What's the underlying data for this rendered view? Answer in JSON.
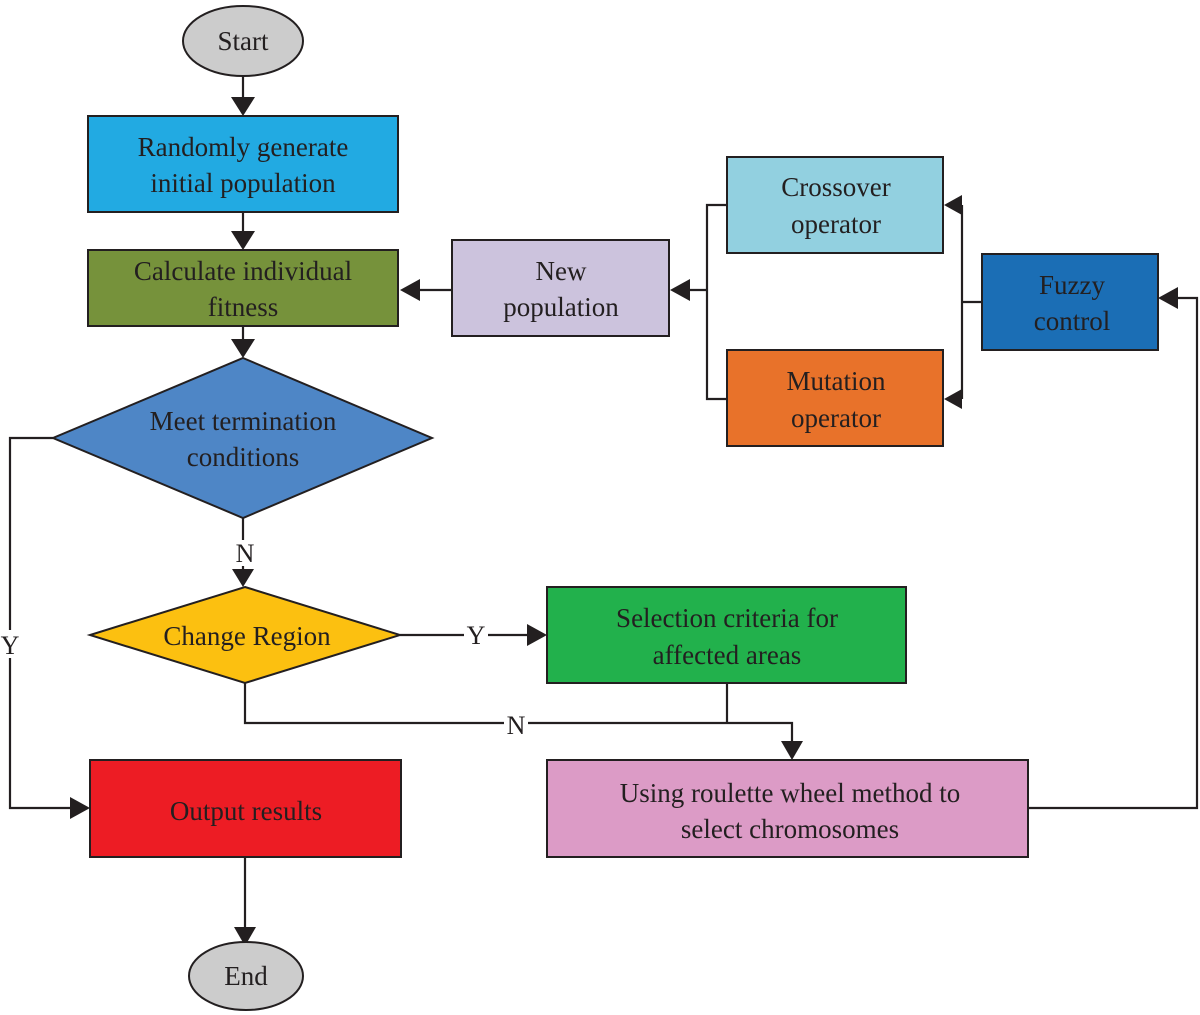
{
  "nodes": {
    "start": {
      "label": "Start",
      "color": "#cccccc"
    },
    "init_pop": {
      "lines": [
        "Randomly generate",
        "initial population"
      ],
      "color": "#22aae2"
    },
    "fitness": {
      "lines": [
        "Calculate individual",
        "fitness"
      ],
      "color": "#76923b"
    },
    "termination": {
      "lines": [
        "Meet termination",
        "conditions"
      ],
      "color": "#4e86c6"
    },
    "change_region": {
      "label": "Change Region",
      "color": "#fcc010"
    },
    "selection": {
      "lines": [
        "Selection criteria for",
        "affected areas"
      ],
      "color": "#22b14c"
    },
    "roulette": {
      "lines": [
        "Using roulette wheel method to",
        "select chromosomes"
      ],
      "color": "#dc9bc6"
    },
    "output": {
      "label": "Output results",
      "color": "#ed1c24"
    },
    "end": {
      "label": "End",
      "color": "#cccccc"
    },
    "new_pop": {
      "lines": [
        "New",
        "population"
      ],
      "color": "#ccc3dd"
    },
    "crossover": {
      "lines": [
        "Crossover",
        "operator"
      ],
      "color": "#92d0e0"
    },
    "mutation": {
      "lines": [
        "Mutation",
        "operator"
      ],
      "color": "#e8722a"
    },
    "fuzzy": {
      "lines": [
        "Fuzzy",
        "control"
      ],
      "color": "#1b6eb5"
    }
  },
  "edge_labels": {
    "term_no": "N",
    "term_yes": "Y",
    "region_yes": "Y",
    "region_no": "N"
  },
  "colors": {
    "stroke": "#231f20",
    "background": "#ffffff"
  }
}
